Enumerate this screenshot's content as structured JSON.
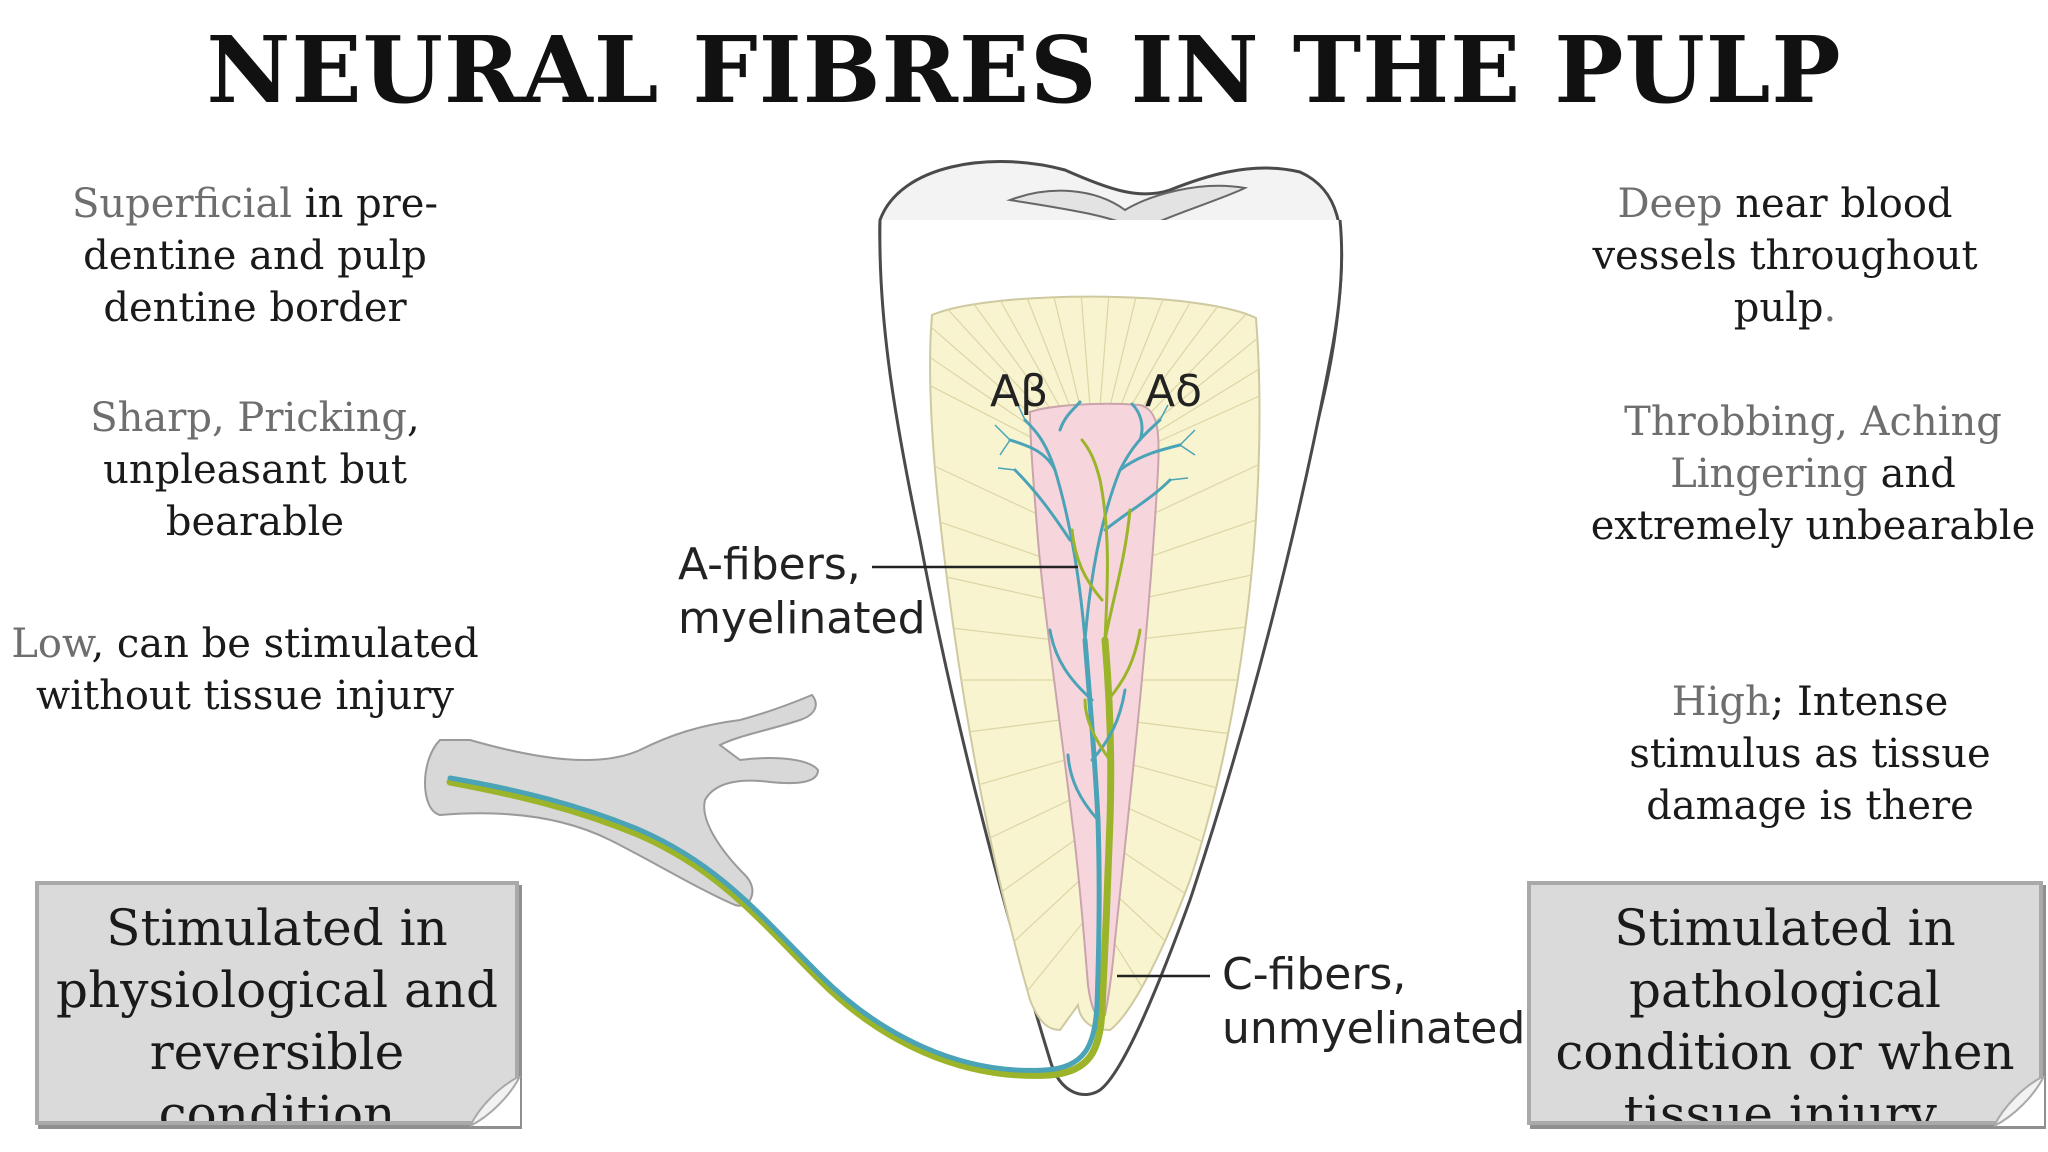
{
  "title": "NEURAL FIBRES IN THE PULP",
  "left": {
    "location": {
      "highlight": "Superficial",
      "rest_line1": " in pre-",
      "line2": "dentine and pulp",
      "line3": "dentine border"
    },
    "pain": {
      "highlight": "Sharp, Pricking",
      "rest_line1": ",",
      "line2": "unpleasant but",
      "line3": "bearable"
    },
    "threshold": {
      "highlight": "Low",
      "rest_line1": ", can be stimulated",
      "line2": "without tissue injury"
    },
    "box": {
      "line1": "Stimulated in",
      "line2": "physiological and",
      "line3": "reversible",
      "line4": "condition"
    }
  },
  "right": {
    "location": {
      "highlight": "Deep",
      "rest_line1": " near blood",
      "line2": "vessels throughout",
      "line3": "pulp",
      "line3_end": "."
    },
    "pain": {
      "highlight1": "Throbbing, Aching",
      "highlight2": "Lingering",
      "rest_line2": " and",
      "line3": "extremely unbearable"
    },
    "threshold": {
      "highlight": "High",
      "rest_line1": "; Intense",
      "line2": "stimulus as tissue",
      "line3": "damage is there"
    },
    "box": {
      "line1": "Stimulated in",
      "line2": "pathological",
      "line3": "condition or when",
      "line4": "tissue injury."
    }
  },
  "diagram": {
    "a_beta": "Aβ",
    "a_delta": "Aδ",
    "a_fibers_line1": "A-fibers,",
    "a_fibers_line2": "myelinated",
    "c_fibers_line1": "C-fibers,",
    "c_fibers_line2": "unmyelinated"
  },
  "colors": {
    "a_fiber": "#4aa3b6",
    "c_fiber": "#9bb42a",
    "pulp": "#f6d6dc",
    "dentine": "#f7f3cf",
    "enamel": "#f2f2f2",
    "nerve_sheath": "#d6d6d6",
    "highlight_text": "#6e6e6e"
  }
}
